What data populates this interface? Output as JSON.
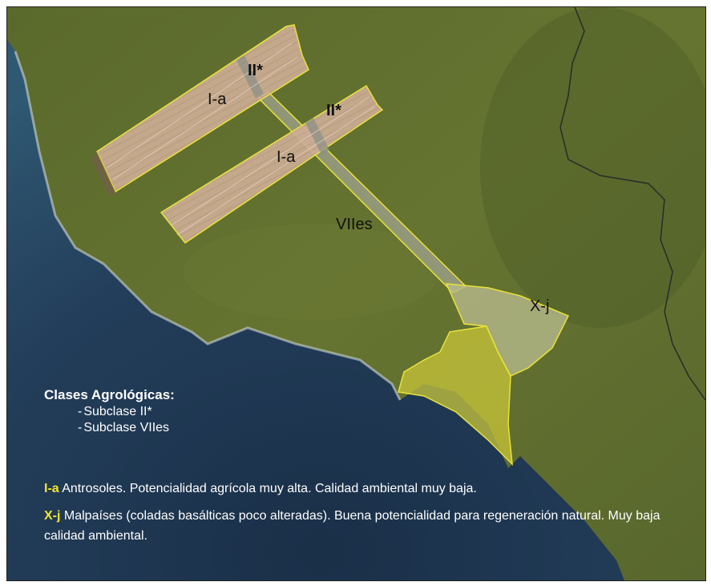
{
  "zones": {
    "ii_star_1": "II*",
    "ii_star_2": "II*",
    "ia_1": "I-a",
    "ia_2": "I-a",
    "viies": "VIIes",
    "xj": "X-j"
  },
  "legend": {
    "title": "Clases Agrológicas:",
    "items": [
      {
        "dash": "-",
        "label": "Subclase II*"
      },
      {
        "dash": "-",
        "label": "Subclase VIIes"
      }
    ]
  },
  "descriptions": [
    {
      "code": "I-a",
      "text": " Antrosoles. Potencialidad agrícola muy alta. Calidad ambiental muy baja."
    },
    {
      "code": "X-j",
      "text": " Malpaíses (coladas basálticas poco alteradas). Buena potencialidad para regeneración natural. Muy baja calidad ambiental."
    }
  ],
  "colors": {
    "sea_deep": "#1e3550",
    "sea_light": "#3f6f8a",
    "land": "#5d6b2e",
    "field_fill": "#c9a790",
    "xj_fill": "#b7b98c",
    "yellow_zone": "#c9c63a",
    "boundary": "#e8e23a",
    "code_highlight": "#f2e52b"
  }
}
